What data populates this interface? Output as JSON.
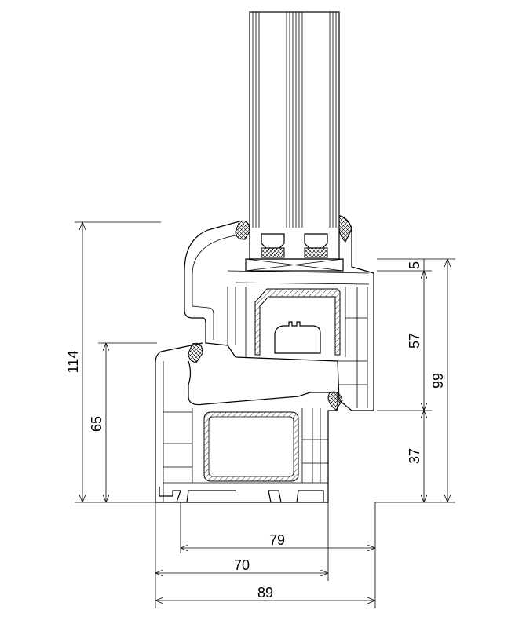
{
  "drawing": {
    "type": "window profile cross-section",
    "dimensions": {
      "overall_height_left": "114",
      "frame_height_left": "65",
      "top_gap_right": "5",
      "sash_height_right": "57",
      "frame_height_right": "37",
      "total_height_right": "99",
      "width_inner": "79",
      "frame_width": "70",
      "total_width": "89"
    },
    "colors": {
      "line": "#000000",
      "background": "#ffffff"
    }
  }
}
